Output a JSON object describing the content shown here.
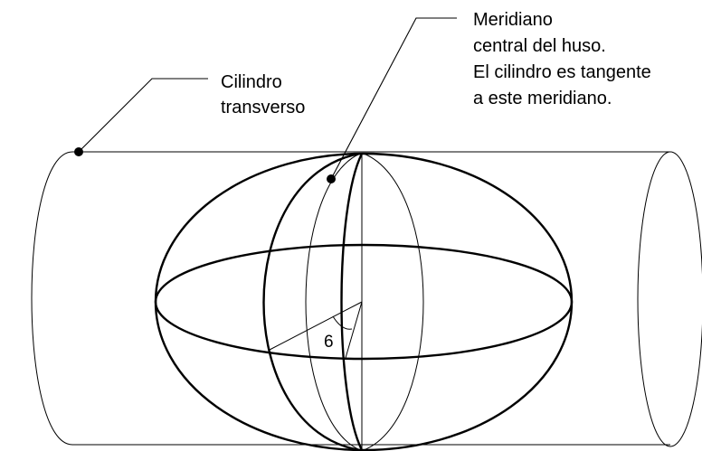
{
  "labels": {
    "cylinder": [
      "Cilindro",
      "transverso"
    ],
    "meridian": [
      "Meridiano",
      "central del huso.",
      "El cilindro es tangente",
      "a este meridiano."
    ],
    "angle": "6"
  }
}
